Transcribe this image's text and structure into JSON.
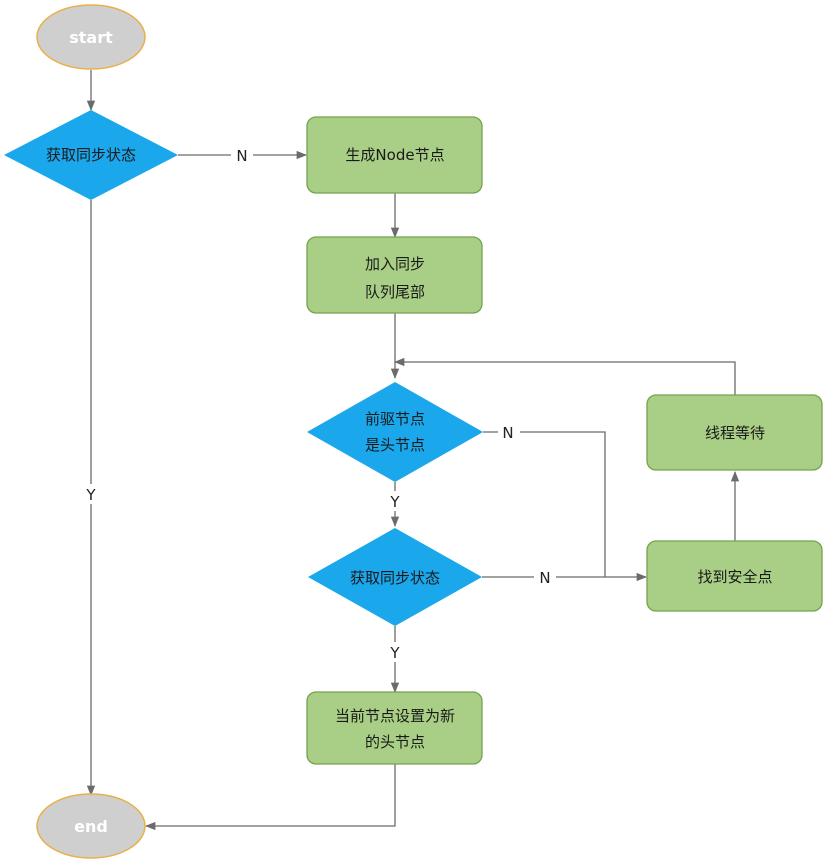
{
  "colors": {
    "terminal_fill": "#cfcfcf",
    "terminal_stroke": "#e8b04a",
    "decision_fill": "#1aa7ec",
    "process_fill": "#a8cf85",
    "process_stroke": "#74a34e",
    "edge": "#6b6b6b"
  },
  "nodes": {
    "start": "start",
    "end": "end",
    "acquire_1": "获取同步状态",
    "create_node": "生成Node节点",
    "enqueue_line1": "加入同步",
    "enqueue_line2": "队列尾部",
    "pred_head_line1": "前驱节点",
    "pred_head_line2": "是头节点",
    "acquire_2": "获取同步状态",
    "set_head_line1": "当前节点设置为新",
    "set_head_line2": "的头节点",
    "wait": "线程等待",
    "safe_point": "找到安全点"
  },
  "edge_labels": {
    "acquire_1_no": "N",
    "acquire_1_yes": "Y",
    "pred_head_no": "N",
    "pred_head_yes": "Y",
    "acquire_2_no": "N",
    "acquire_2_yes": "Y"
  }
}
